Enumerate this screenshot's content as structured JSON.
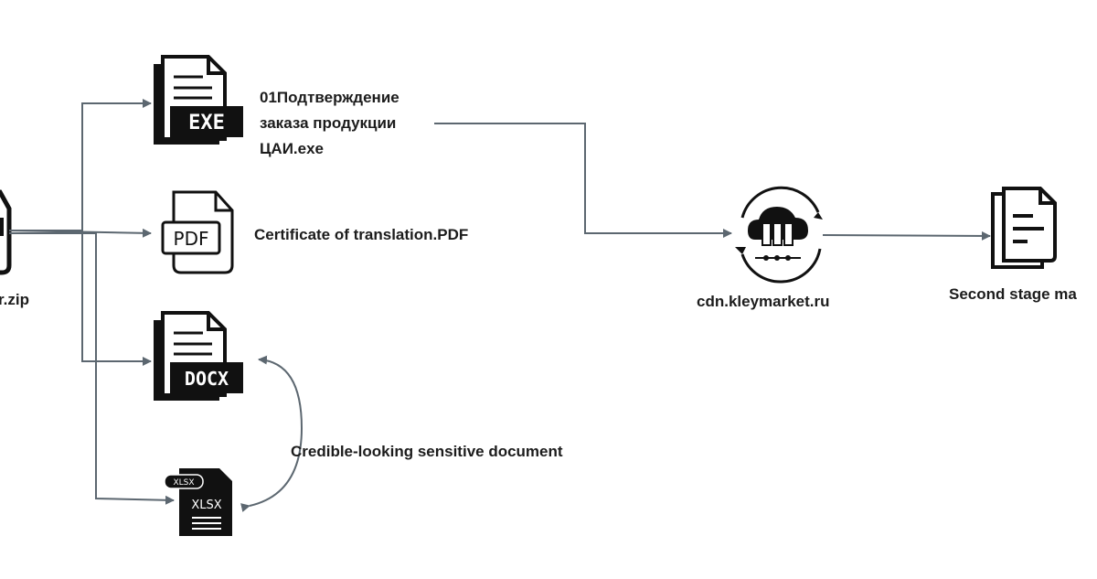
{
  "colors": {
    "arrow": "#5c6770",
    "icon": "#111111",
    "paper": "#ffffff",
    "text": "#1c1c1c"
  },
  "nodes": {
    "zip": {
      "label": "r.zip",
      "icon": "zip-archive-icon"
    },
    "exe": {
      "label_lines": [
        "01Подтверждение",
        "заказа продукции",
        "ЦАИ.exe"
      ],
      "badge": "EXE",
      "icon": "exe-file-icon"
    },
    "pdf": {
      "label": "Certificate of translation.PDF",
      "badge": "PDF",
      "icon": "pdf-file-icon"
    },
    "docx": {
      "badge": "DOCX",
      "icon": "docx-file-icon"
    },
    "xlsx": {
      "badge_small": "XLSX",
      "badge_main": "XLSX",
      "icon": "xlsx-file-icon"
    },
    "server": {
      "label": "cdn.kleymarket.ru",
      "icon": "cloud-server-icon"
    },
    "stage2": {
      "label": "Second stage ma",
      "icon": "documents-icon"
    }
  },
  "annotation": {
    "text": "Credible-looking sensitive document"
  }
}
